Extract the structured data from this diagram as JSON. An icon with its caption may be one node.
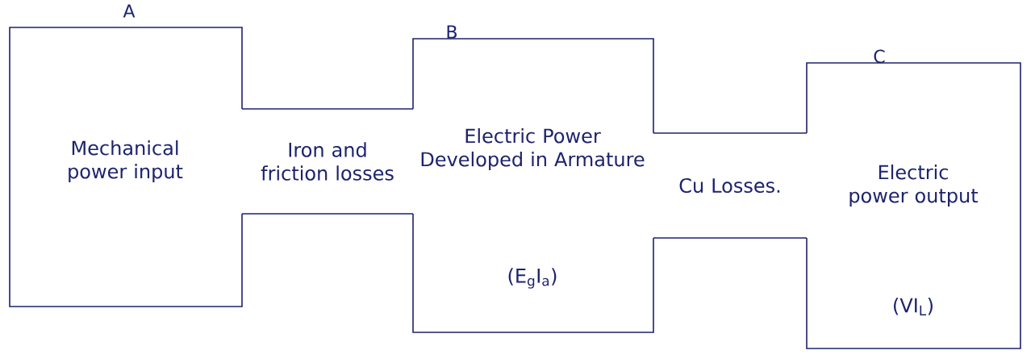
{
  "diagram": {
    "nodes": [
      {
        "text": [
          "Mechanical power input"
        ],
        "beside": [
          "A"
        ]
      },
      {
        "text": [
          "Iron and friction losses"
        ]
      },
      {
        "text": [
          "Electric Power Developed in Armature",
          "(E$_{g}$I$_{a}$)"
        ],
        "beside": [
          "B"
        ]
      },
      {
        "text": [
          "Cu Losses."
        ]
      },
      {
        "text": [
          "Electric power output",
          "(VI$_{L}$)"
        ],
        "beside": [
          "C"
        ]
      }
    ]
  }
}
